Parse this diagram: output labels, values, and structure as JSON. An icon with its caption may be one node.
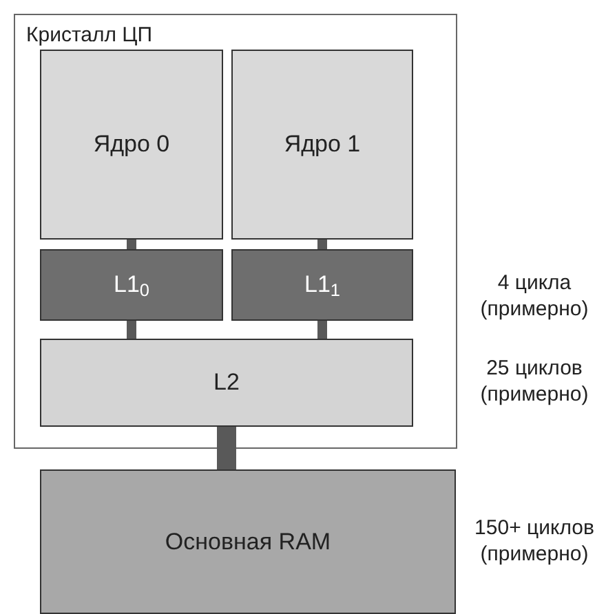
{
  "diagram": {
    "nodes": [
      {
        "text": [
          "Кристалл ЦП"
        ]
      },
      {
        "text": [
          "Ядро 0"
        ],
        "in": 0
      },
      {
        "text": [
          "Ядро 1"
        ],
        "in": 0
      },
      {
        "text": [
          "L1$_{0}$"
        ],
        "in": 0
      },
      {
        "text": [
          "L1$_{1}$"
        ],
        "in": 0
      },
      {
        "text": [
          "L2"
        ],
        "in": 0
      },
      {
        "text": [
          "Основная RAM"
        ]
      }
    ],
    "edges": [
      {
        "from": 1,
        "to": 3,
        "arrow": "none"
      },
      {
        "from": 2,
        "to": 4,
        "arrow": "none"
      },
      {
        "from": 3,
        "to": 5,
        "arrow": "none"
      },
      {
        "from": 4,
        "to": 5,
        "arrow": "none"
      },
      {
        "from": 5,
        "to": 6,
        "arrow": "none",
        "style": "thick"
      }
    ],
    "labels": [
      "4 цикла (примерно)",
      "25 циклов (примерно)",
      "150+ циклов (примерно)"
    ]
  }
}
